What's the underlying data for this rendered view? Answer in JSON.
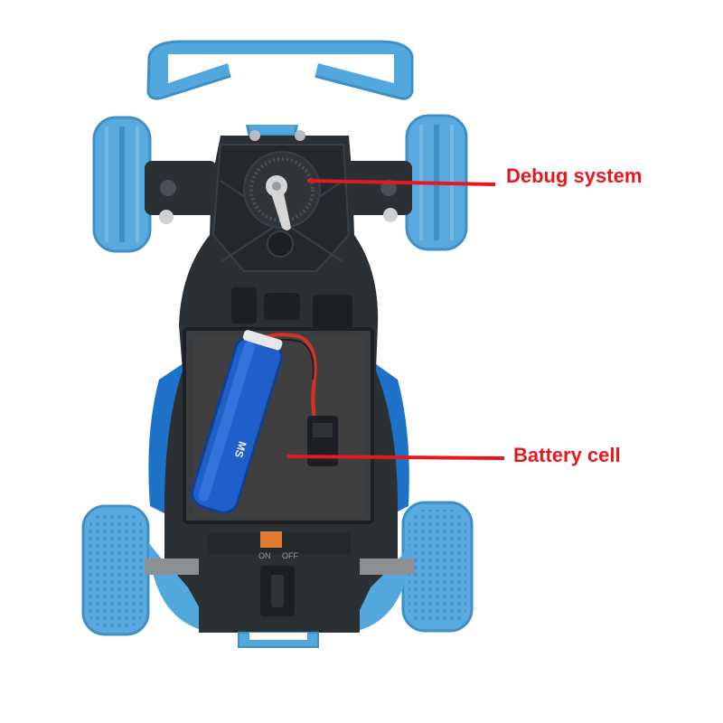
{
  "annotations": {
    "debug": {
      "text": "Debug system"
    },
    "battery": {
      "text": "Battery cell"
    }
  },
  "battery_print": {
    "text": "MS"
  },
  "switch_labels": {
    "on": "ON",
    "off": "OFF"
  },
  "colors": {
    "tire": "#5aa9de",
    "tire_dark": "#3f8fc7",
    "spoiler": "#52a8dc",
    "chassis": "#2b3034",
    "chassis_dark": "#1c2024",
    "body_blue": "#1e73c8",
    "battery_bay": "#3a3d40",
    "battery": "#1f5fc9",
    "wire": "#d8321e",
    "callout": "#e6191e",
    "label_text": "#e6191e",
    "switch": "#e07a2e",
    "servo": "#d6d6d6"
  }
}
